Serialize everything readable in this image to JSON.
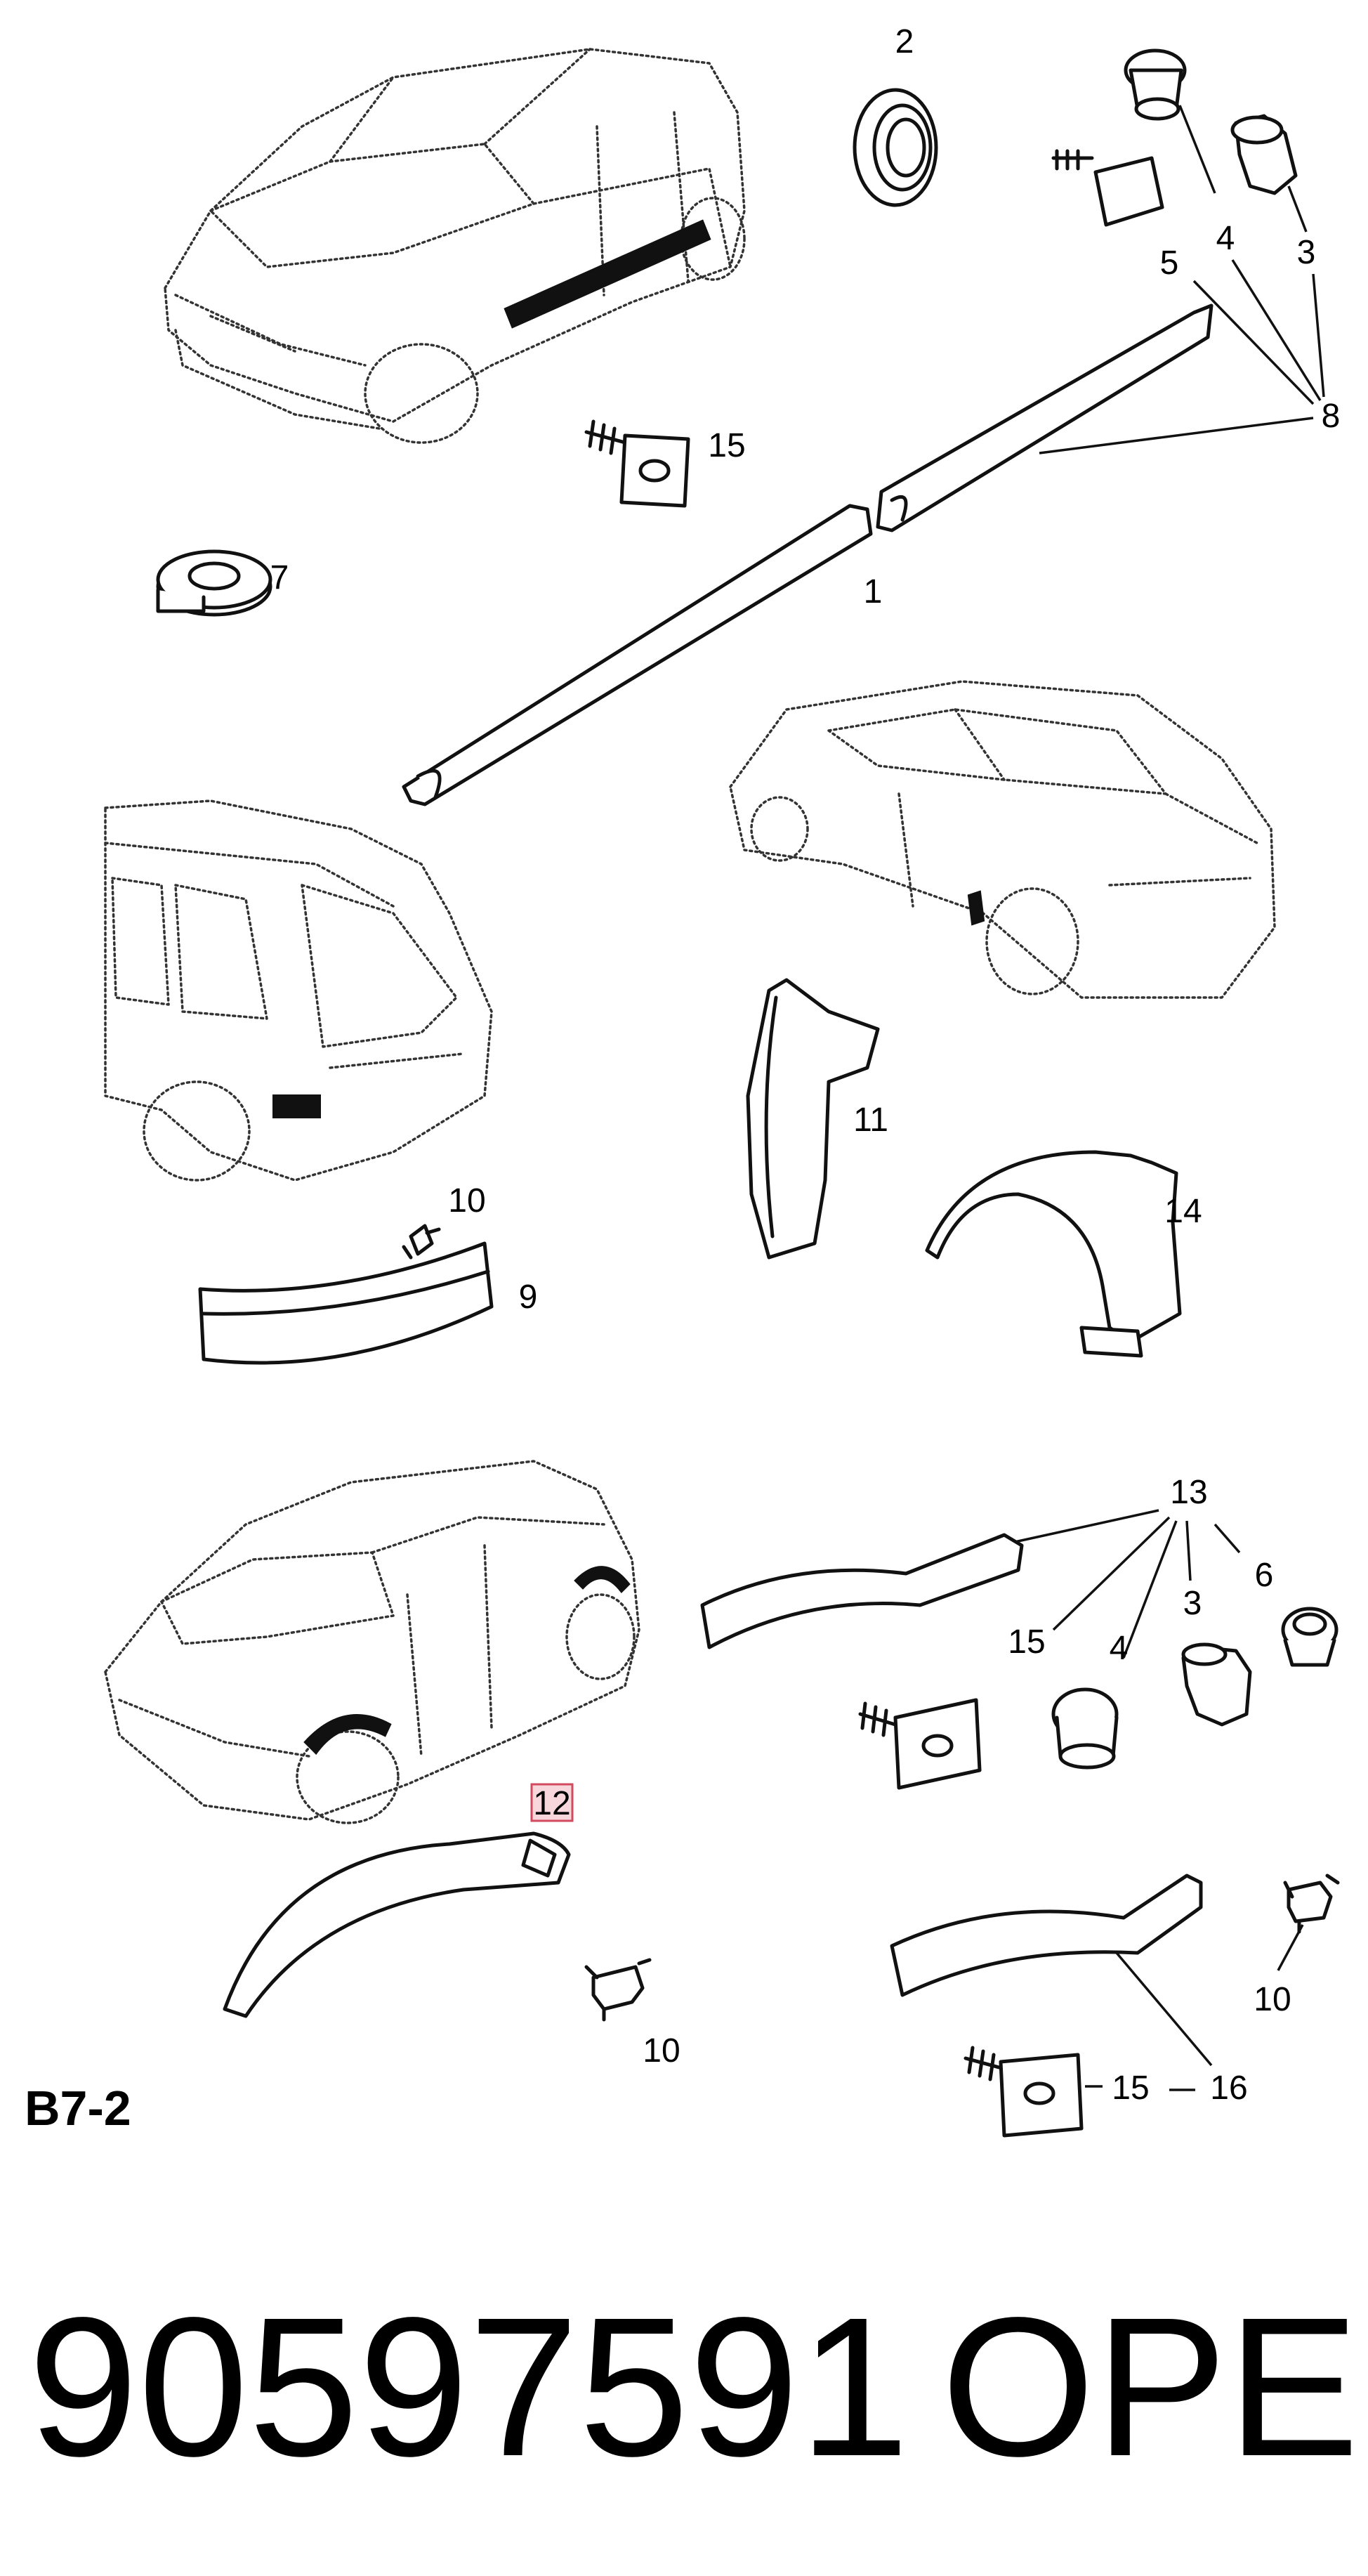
{
  "diagram": {
    "section_code": "B7-2",
    "highlighted_callout": "12",
    "highlight_color": "#d24a5e",
    "callouts": {
      "c2": "2",
      "c4a": "4",
      "c3a": "3",
      "c5": "5",
      "c8": "8",
      "c15a": "15",
      "c7": "7",
      "c1": "1",
      "c11": "11",
      "c14": "14",
      "c10a": "10",
      "c9": "9",
      "c13": "13",
      "c6": "6",
      "c3b": "3",
      "c15b": "15",
      "c4b": "4",
      "c12": "12",
      "c10b": "10",
      "c10c": "10",
      "c15c": "15",
      "c16": "16"
    }
  },
  "footer": {
    "part_number": "90597591",
    "brand": "OPEL"
  }
}
